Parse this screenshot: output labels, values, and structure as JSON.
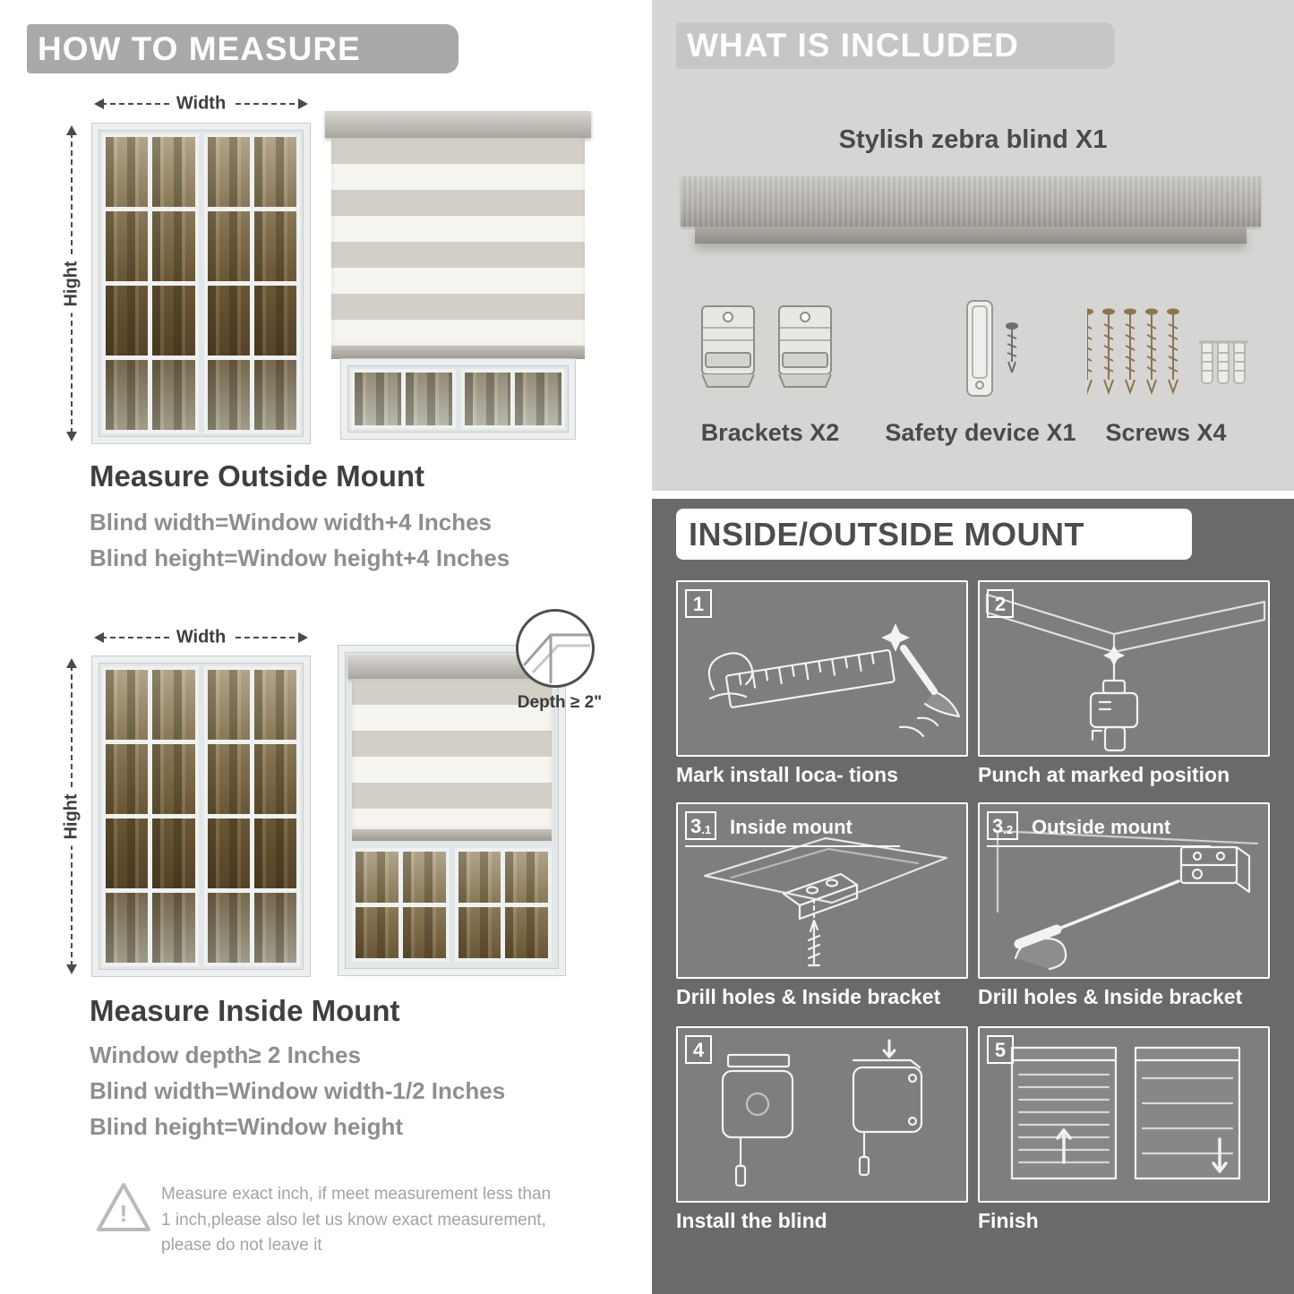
{
  "left": {
    "header": "HOW TO MEASURE",
    "warning_mark": "!",
    "warning_text": "Measure exact inch, if meet measurement less than 1 inch,please also let us know exact measurement, please do not leave it",
    "outside": {
      "width_label": "Width",
      "height_label": "Hight",
      "title": "Measure Outside Mount",
      "lines": [
        "Blind width=Window width+4 Inches",
        "Blind height=Window height+4 Inches"
      ]
    },
    "inside": {
      "width_label": "Width",
      "height_label": "Hight",
      "depth_label": "Depth ≥ 2\"",
      "title": "Measure Inside Mount",
      "lines": [
        "Window depth≥ 2 Inches",
        "Blind width=Window width-1/2 Inches",
        "Blind height=Window height"
      ]
    }
  },
  "included": {
    "header": "WHAT IS INCLUDED",
    "product_label": "Stylish zebra blind X1",
    "items": [
      {
        "icon": "bracket-icon",
        "label": "Brackets X2"
      },
      {
        "icon": "safety-device-icon",
        "label": "Safety device X1"
      },
      {
        "icon": "screws-icon",
        "label": "Screws X4"
      }
    ]
  },
  "mount": {
    "header": "INSIDE/OUTSIDE MOUNT",
    "steps": [
      {
        "num": "1",
        "sub": "",
        "title": "",
        "caption": "Mark install loca- tions"
      },
      {
        "num": "2",
        "sub": "",
        "title": "",
        "caption": "Punch at  marked position"
      },
      {
        "num": "3",
        "sub": ".1",
        "title": "Inside mount",
        "caption": "Drill holes &  Inside bracket"
      },
      {
        "num": "3",
        "sub": ".2",
        "title": "Outside mount",
        "caption": "Drill holes &  Inside bracket"
      },
      {
        "num": "4",
        "sub": "",
        "title": "",
        "caption": "Install the blind"
      },
      {
        "num": "5",
        "sub": "",
        "title": "",
        "caption": "Finish"
      }
    ]
  },
  "colors": {
    "header_gray": "#a9a9a9",
    "section_light": "#d6d5d3",
    "section_dark": "#6a6a6a",
    "panel_gray": "#7e7e7e",
    "text_dark": "#3e3f3f",
    "text_gray": "#8e8e8e"
  }
}
